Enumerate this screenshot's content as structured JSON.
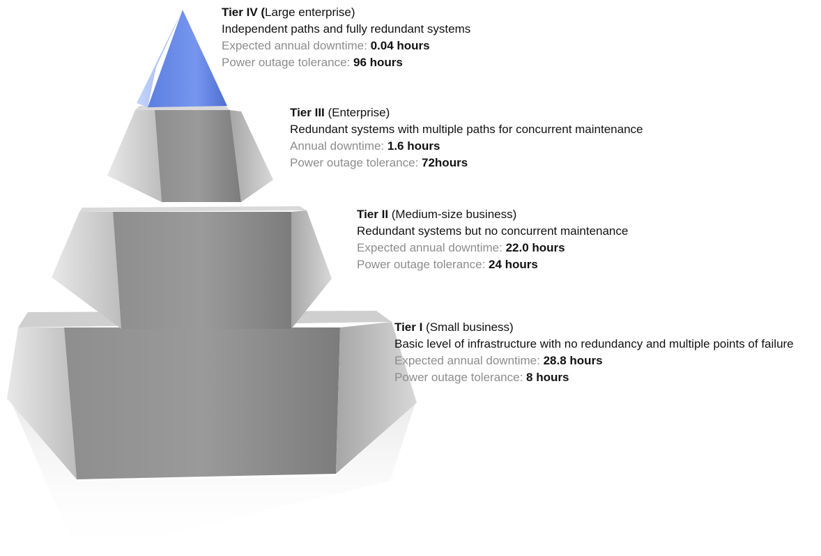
{
  "tiers": [
    {
      "id": "tier-4",
      "name": "Tier IV (",
      "qualifier": "Large enterprise)",
      "description": "Independent paths and fully redundant systems",
      "stat1_label": "Expected annual downtime: ",
      "stat1_value": "0.04 hours",
      "stat2_label": "Power outage tolerance: ",
      "stat2_value": "96 hours",
      "color": "#6f8fe6"
    },
    {
      "id": "tier-3",
      "name": "Tier III",
      "qualifier": " (Enterprise)",
      "description": "Redundant systems with multiple paths for concurrent maintenance",
      "stat1_label": "Annual downtime: ",
      "stat1_value": "1.6 hours",
      "stat2_label": "Power outage tolerance: ",
      "stat2_value": "72hours",
      "color": "#8a8a8a"
    },
    {
      "id": "tier-2",
      "name": "Tier II",
      "qualifier": " (Medium-size business)",
      "description": "Redundant systems but no concurrent maintenance",
      "stat1_label": "Expected annual downtime: ",
      "stat1_value": "22.0 hours",
      "stat2_label": "Power outage tolerance: ",
      "stat2_value": "24 hours",
      "color": "#8a8a8a"
    },
    {
      "id": "tier-1",
      "name": "Tier I",
      "qualifier": " (Small business)",
      "description": "Basic level of infrastructure with no redundancy and multiple points of failure",
      "stat1_label": "Expected annual downtime: ",
      "stat1_value": "28.8 hours",
      "stat2_label": "Power outage tolerance: ",
      "stat2_value": "8 hours",
      "color": "#8a8a8a"
    }
  ],
  "colors": {
    "accent_blue": "#6f8fe6",
    "block_gray": "#8a8a8a",
    "label_gray": "#8c8c8c"
  }
}
